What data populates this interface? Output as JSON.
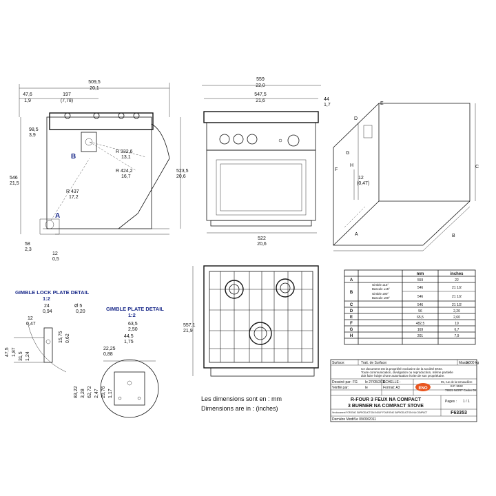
{
  "side_view": {
    "label_a": "A",
    "label_b": "B",
    "dims": {
      "width_total": "509,5",
      "width_total_in": "20,1",
      "offset_left": "47,6",
      "offset_left_in": "1,9",
      "inner": "197",
      "inner_in": "(7,78)",
      "h_small": "98,5",
      "h_small_in": "3,9",
      "height": "546",
      "height_in": "21,5",
      "bottom": "58",
      "bottom_in": "2,3",
      "foot": "12",
      "foot_in": "0,5",
      "r1": "R 332,6",
      "r1_in": "13,1",
      "r2": "R 424,2",
      "r2_in": "16,7",
      "r3": "R 437",
      "r3_in": "17,2",
      "right_h": "523,5",
      "right_h_in": "20,6"
    }
  },
  "front_view": {
    "dims": {
      "overall": "559",
      "overall_in": "22,0",
      "inner": "547,5",
      "inner_in": "21,6",
      "top": "44",
      "top_in": "1,7",
      "base": "522",
      "base_in": "20,6"
    }
  },
  "iso_view": {
    "labels": [
      "A",
      "B",
      "C",
      "D",
      "E",
      "F",
      "G",
      "H"
    ],
    "clearance": "12",
    "clearance_in": "(0,47)"
  },
  "top_view": {
    "depth": "557,1",
    "depth_in": "21,9"
  },
  "gimble_lock": {
    "title": "GIMBLE LOCK PLATE DETAIL",
    "scale": "1:2",
    "dims": [
      "24",
      "0,94",
      "Ø 5",
      "0,20",
      "12",
      "0,47",
      "15,75",
      "0,62",
      "47,5",
      "1,87",
      "31,5",
      "1,24"
    ]
  },
  "gimble_plate": {
    "title": "GIMBLE PLATE DETAIL",
    "scale": "1:2",
    "dims": [
      "63,5",
      "2,50",
      "44,5",
      "1,75",
      "22,25",
      "0,88",
      "83,22",
      "3,28",
      "62,72",
      "2,47",
      "29,76",
      "1,17"
    ]
  },
  "note": {
    "line1": "Les dimensions sont en : mm",
    "line2": "Dimensions are in        : (inches)"
  },
  "dim_table": {
    "headers": [
      "",
      "mm",
      "inches"
    ],
    "rows": [
      {
        "key": "A",
        "sub": [],
        "mm": [
          "559"
        ],
        "in": [
          "22"
        ]
      },
      {
        "key": "B",
        "sub": [
          "Gimble ±15°",
          "Bascule ±15°",
          "Gimble ±90°",
          "Bascule ±90°"
        ],
        "mm": [
          "546",
          "546"
        ],
        "in": [
          "21 1/2",
          "21 1/2"
        ]
      },
      {
        "key": "C",
        "sub": [],
        "mm": [
          "546"
        ],
        "in": [
          "21 1/2"
        ]
      },
      {
        "key": "D",
        "sub": [],
        "mm": [
          "56"
        ],
        "in": [
          "2,20"
        ]
      },
      {
        "key": "E",
        "sub": [],
        "mm": [
          "65,5"
        ],
        "in": [
          "2,60"
        ]
      },
      {
        "key": "F",
        "sub": [],
        "mm": [
          "482,5"
        ],
        "in": [
          "19"
        ]
      },
      {
        "key": "G",
        "sub": [],
        "mm": [
          "169"
        ],
        "in": [
          "6,7"
        ]
      },
      {
        "key": "H",
        "sub": [],
        "mm": [
          "201"
        ],
        "in": [
          "7,9"
        ]
      }
    ]
  },
  "title_block": {
    "surface_label": "Surface:",
    "trait_label": "Trait. de Surface:",
    "mass_label": "Masse:",
    "mass_value": "0,000 kg",
    "legal1": "Ce document est la propriété exclusive de la société ENO.",
    "legal2": "Toute communication, divulgation ou reproduction, même partielle",
    "legal3": "doit faire l'objet d'une autorisation écrite de son propriétaire.",
    "drawn_label": "Dessiné par:",
    "drawn_by": "FG",
    "drawn_date": "le 27/05/2011",
    "scale_label": "ECHELLE :",
    "checked_label": "Vérifié par:",
    "checked_date": "le",
    "format_label": "Format: A3",
    "address1": "95, rue de la ternaudière",
    "address2": "B.P. 9532",
    "address3": "79025 NIORT Cedex 09",
    "logo": "ENO",
    "title_fr": "R-FOUR 3 FEUX NA COMPACT",
    "title_en": "3 BURNER NA COMPACT STOVE",
    "pages_label": "Pages :",
    "pages_value": "1 / 1",
    "drawing_no": "F63353",
    "last_mod_label": "Dernière Modif.",
    "last_mod": "le 09/09/2011",
    "fine_print": "Ver.document FOR ENO SAPRODUCTION INOUF FOUR ENO SAPRODUCTION NA COMPACT"
  }
}
